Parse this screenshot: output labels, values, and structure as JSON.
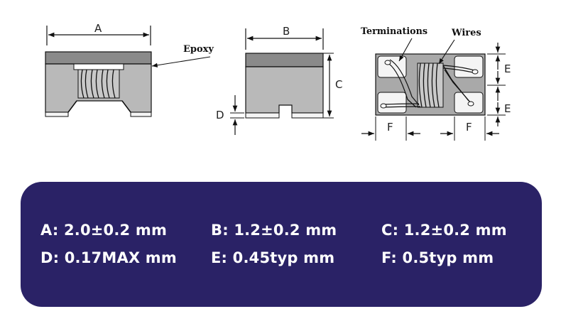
{
  "labels": {
    "A": "A",
    "B": "B",
    "C": "C",
    "D": "D",
    "E_top": "E",
    "E_bottom": "E",
    "F_left": "F",
    "F_right": "F",
    "epoxy": "Epoxy",
    "terminations": "Terminations",
    "wires": "Wires"
  },
  "specs": [
    {
      "text": "A:  2.0±0.2 mm"
    },
    {
      "text": "B:  1.2±0.2 mm"
    },
    {
      "text": "C:  1.2±0.2 mm"
    },
    {
      "text": "D:  0.17MAX  mm"
    },
    {
      "text": "E:  0.45typ mm"
    },
    {
      "text": "F:  0.5typ mm"
    }
  ],
  "colors": {
    "panel": "#2a2266",
    "body": "#b9b9b9",
    "epoxy": "#8a8a8a"
  }
}
